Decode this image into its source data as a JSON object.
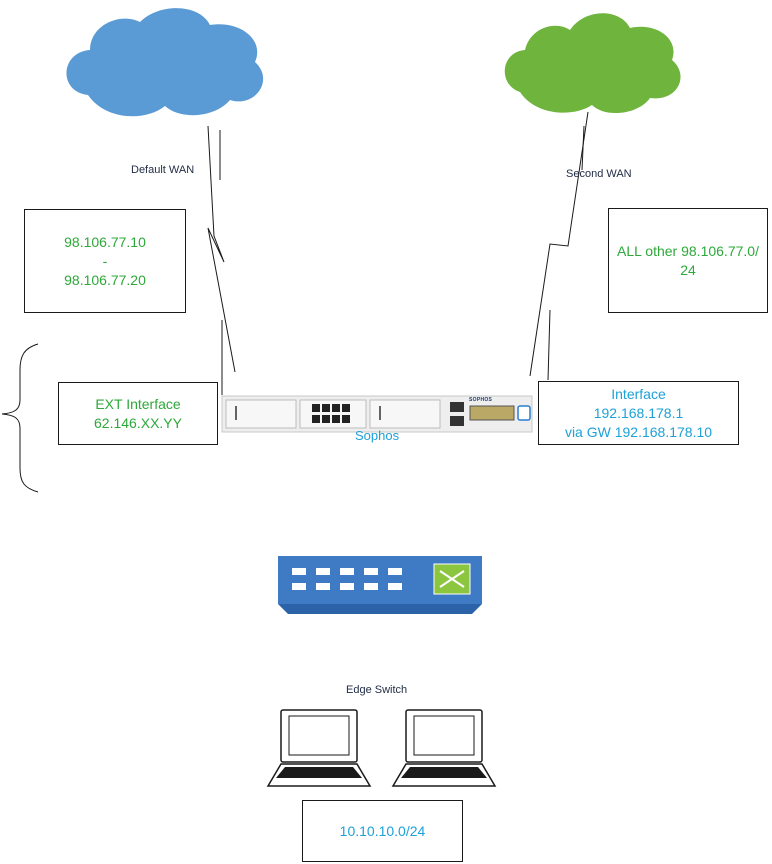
{
  "colors": {
    "cloud_default": "#5b9bd5",
    "cloud_second": "#6fb43c",
    "green_text": "#2ea83a",
    "blue_text": "#1da1d8",
    "label_text": "#1f2a44",
    "switch_blue": "#3f7bc4"
  },
  "wan": {
    "default_label": "Default WAN",
    "second_label": "Second WAN"
  },
  "range_box": {
    "line1": "98.106.77.10",
    "line2": "-",
    "line3": "98.106.77.20"
  },
  "other_box": {
    "line1": "ALL other 98.106.77.0/",
    "line2": "24"
  },
  "ext_box": {
    "line1": "EXT Interface",
    "line2": "62.146.XX.YY"
  },
  "int_box": {
    "line1": "Interface",
    "line2": "192.168.178.1",
    "line3": "via GW 192.168.178.10"
  },
  "firewall": {
    "label": "Sophos",
    "brand": "SOPHOS",
    "icon": "sophos-shield-icon"
  },
  "switch": {
    "label": "Edge Switch",
    "icon": "switch-icon"
  },
  "lan_box": {
    "label": "10.10.10.0/24"
  },
  "laptops": {
    "icon": "laptop-icon",
    "count": 2
  }
}
